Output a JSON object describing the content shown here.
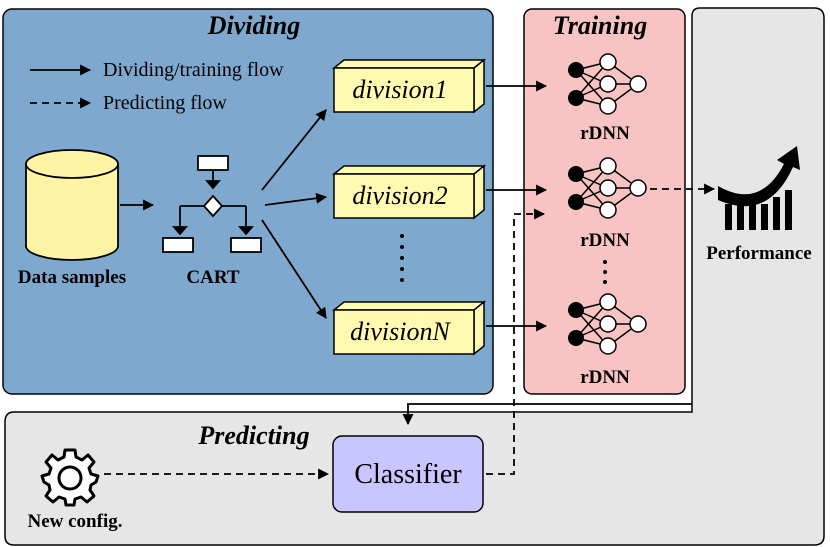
{
  "sections": {
    "dividing": "Dividing",
    "training": "Training",
    "predicting": "Predicting"
  },
  "legend": {
    "solid": "Dividing/training flow",
    "dashed": "Predicting flow"
  },
  "data_samples": "Data samples",
  "cart": "CART",
  "divisions": [
    "division1",
    "division2",
    "divisionN"
  ],
  "rdnn": [
    "rDNN",
    "rDNN",
    "rDNN"
  ],
  "performance": "Performance",
  "classifier": "Classifier",
  "new_config": "New config.",
  "colors": {
    "dividing_bg": "#7fa8cf",
    "training_bg": "#f7c3c3",
    "panel_bg": "#e6e6e6",
    "cylinder": "#fff3a6",
    "division_box": "#fffab0",
    "classifier": "#c9c6ff"
  },
  "icons": [
    "database-icon",
    "flowchart-icon",
    "neural-network-icon",
    "performance-chart-icon",
    "gear-icon"
  ]
}
